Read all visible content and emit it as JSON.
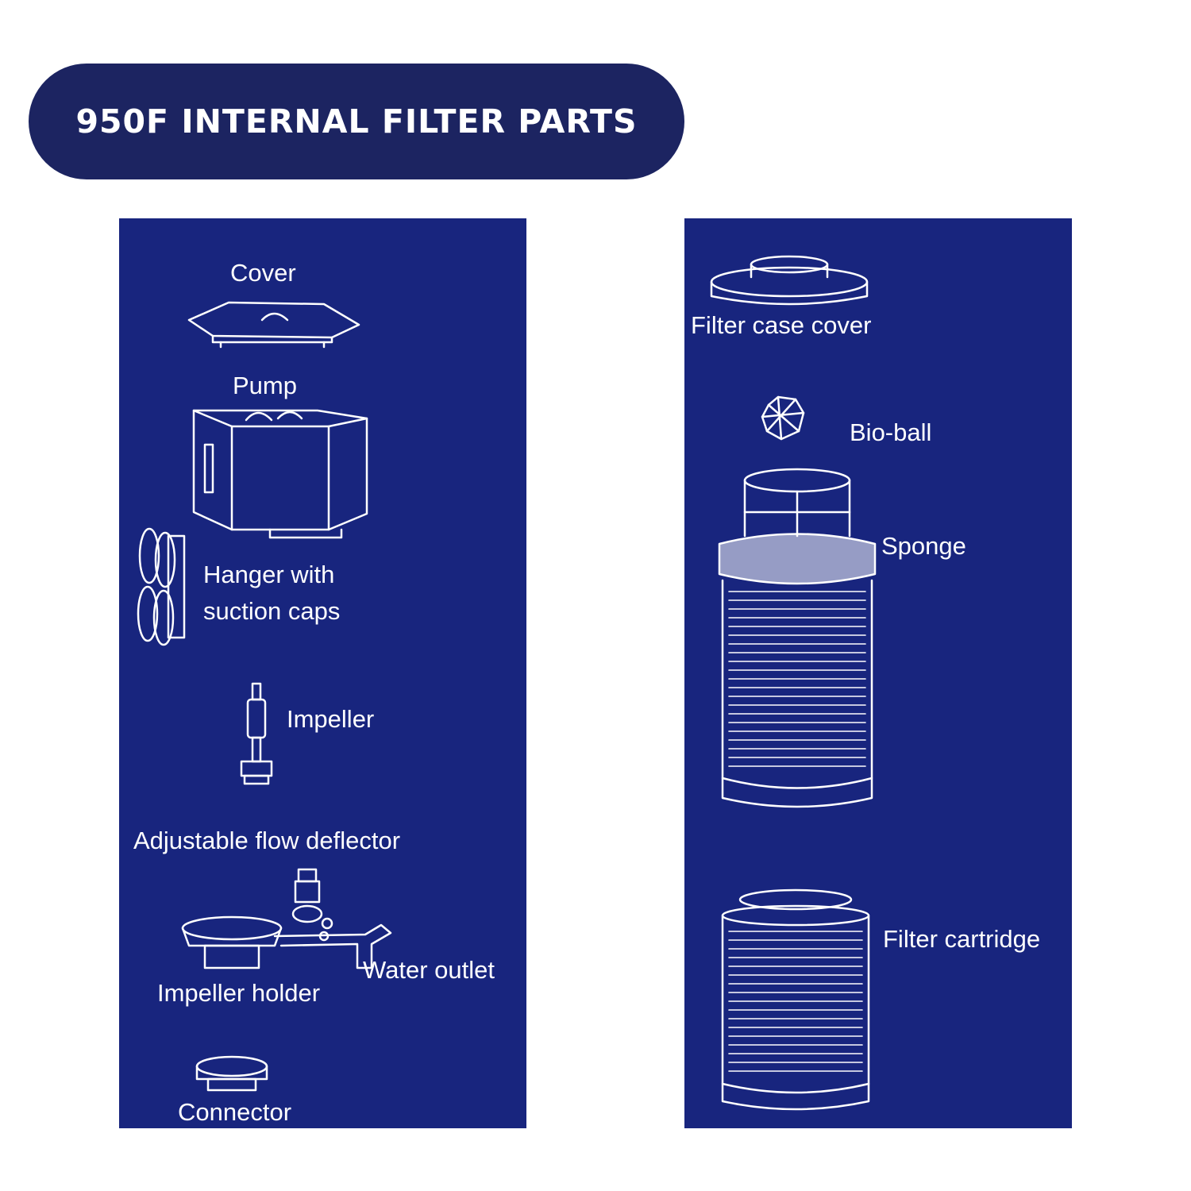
{
  "title": "950F INTERNAL FILTER PARTS",
  "colors": {
    "pill": "#1c2461",
    "panel": "#18257e",
    "line": "#ffffff"
  },
  "left_panel": {
    "cover": "Cover",
    "pump": "Pump",
    "hanger_line1": "Hanger with",
    "hanger_line2": "suction caps",
    "impeller": "Impeller",
    "flow_deflector": "Adjustable flow deflector",
    "water_outlet": "Water outlet",
    "impeller_holder": "Impeller holder",
    "connector": "Connector"
  },
  "right_panel": {
    "filter_case_cover": "Filter case cover",
    "bio_ball": "Bio-ball",
    "sponge": "Sponge",
    "filter_cartridge": "Filter cartridge"
  }
}
